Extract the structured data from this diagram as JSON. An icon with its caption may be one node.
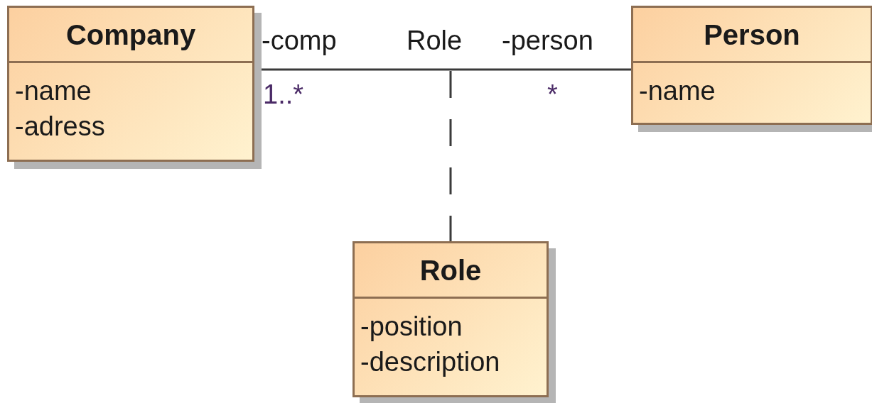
{
  "diagram": {
    "nodes": [
      {
        "text": [
          "Company",
          "-name",
          "-adress"
        ]
      },
      {
        "text": [
          "Person",
          "-name"
        ]
      },
      {
        "text": [
          "Role",
          "-position",
          "-description"
        ]
      }
    ],
    "edges": [
      {
        "from": 0,
        "to": 1,
        "arrow": "none",
        "label": "Role"
      },
      {
        "from": null,
        "to": 2,
        "arrow": "none",
        "style": "dashed"
      }
    ],
    "labels": [
      "-comp",
      "-person",
      "1..*",
      "*"
    ]
  }
}
